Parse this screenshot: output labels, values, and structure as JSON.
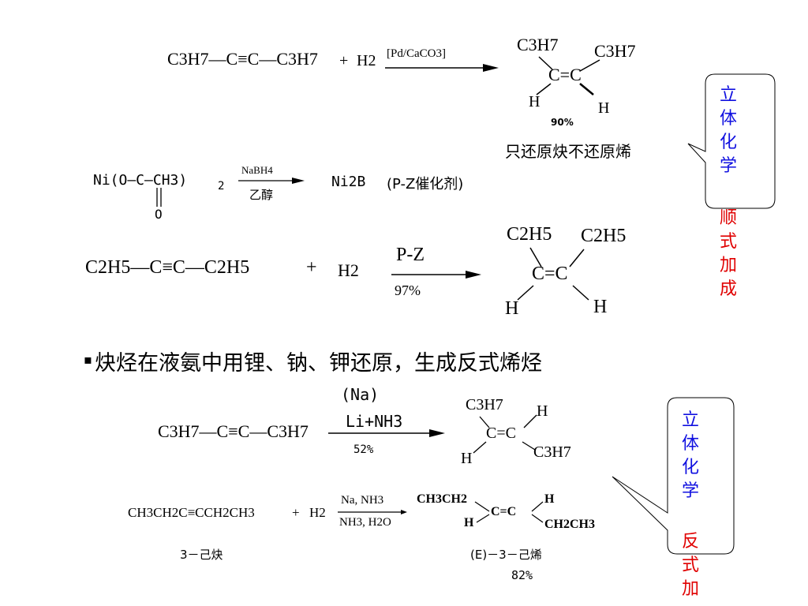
{
  "reaction1": {
    "reactant": "C3H7—C≡C—C3H7",
    "plus": "+",
    "h2": "H2",
    "catalyst": "[Pd/CaCO3]",
    "product_top_left": "C3H7",
    "product_top_right": "C3H7",
    "product_center": "C=C",
    "product_bottom_left": "H",
    "product_bottom_right": "H",
    "yield": "90%",
    "note": "只还原炔不还原烯"
  },
  "reaction2": {
    "reactant_main": "Ni(O—C—CH3)",
    "reactant_sub": "2",
    "carbonyl_o": "O",
    "reagent_top": "NaBH4",
    "reagent_bottom": "乙醇",
    "product": "Ni2B",
    "product_note": "(P-Z催化剂)"
  },
  "reaction3": {
    "reactant": "C2H5—C≡C—C2H5",
    "plus": "+",
    "h2": "H2",
    "catalyst": "P-Z",
    "yield": "97%",
    "product_top_left": "C2H5",
    "product_top_right": "C2H5",
    "product_center": "C=C",
    "product_bottom_left": "H",
    "product_bottom_right": "H"
  },
  "heading": {
    "bullet": "▪",
    "text": "炔烃在液氨中用锂、钠、钾还原，生成反式烯烃"
  },
  "reaction4": {
    "reactant": "C3H7—C≡C—C3H7",
    "reagent_top": "(Na)",
    "reagent_mid": "Li+NH3",
    "yield": "52%",
    "product_top_left": "C3H7",
    "product_top_right": "H",
    "product_center": "C=C",
    "product_bottom_left": "H",
    "product_bottom_right": "C3H7"
  },
  "reaction5": {
    "reactant": "CH3CH2C≡CCH2CH3",
    "plus": "+",
    "h2": "H2",
    "reagent_top": "Na, NH3",
    "reagent_bottom": "NH3, H2O",
    "product_left_top": "CH3CH2",
    "product_left_bottom": "H",
    "product_center": "C=C",
    "product_right_top": "H",
    "product_right_bottom": "CH2CH3",
    "reactant_name": "3－己炔",
    "product_name": "(E)－3－己烯",
    "yield": "82%"
  },
  "callout1": {
    "text_blue": "立体化学",
    "text_red": "顺式加成",
    "colors": {
      "blue": "#1010e0",
      "red": "#e00000"
    }
  },
  "callout2": {
    "text_blue": "立体化学",
    "text_red": "反式加",
    "colors": {
      "blue": "#1010e0",
      "red": "#e00000"
    }
  }
}
